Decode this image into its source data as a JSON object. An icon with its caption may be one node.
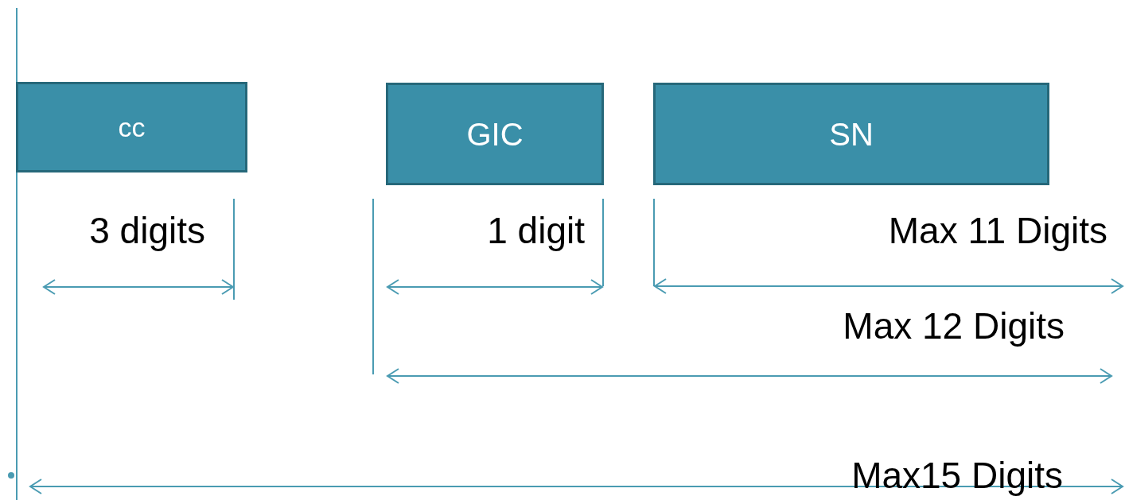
{
  "diagram": {
    "nodes": [
      {
        "text": [
          "cc"
        ]
      },
      {
        "text": [
          "GIC"
        ]
      },
      {
        "text": [
          "SN"
        ]
      }
    ],
    "edges": [],
    "labels": [
      "3 digits",
      "1 digit",
      "Max 11 Digits",
      "Max 12 Digits",
      "Max15 Digits"
    ]
  }
}
